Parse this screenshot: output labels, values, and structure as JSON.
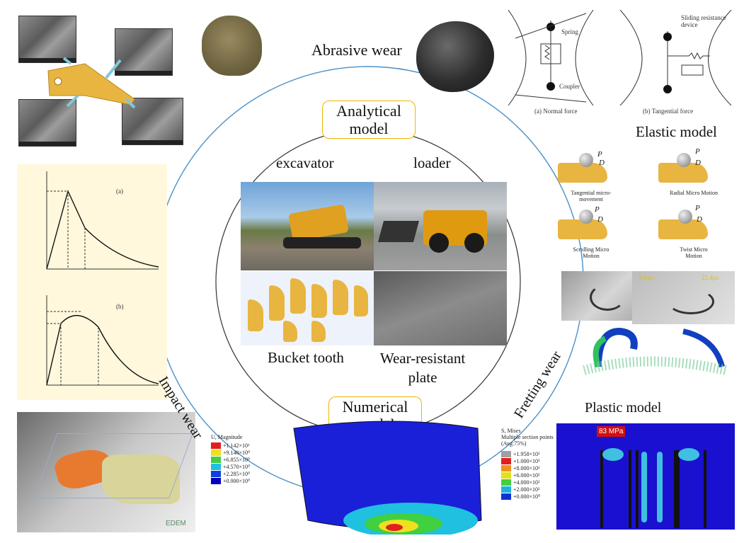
{
  "center": {
    "analytical_model": "Analytical model",
    "numerical_model": "Numerical model",
    "excavator": "excavator",
    "loader": "loader",
    "bucket_tooth": "Bucket tooth",
    "wear_resistant_plate": "Wear-resistant plate"
  },
  "wear_types": {
    "abrasive": "Abrasive wear",
    "impact": "Impact wear",
    "fretting": "Fretting wear"
  },
  "models": {
    "elastic": "Elastic model",
    "plastic": "Plastic model"
  },
  "elastic_diagram": {
    "spring": "Spring",
    "coupler": "Coupler",
    "sliding_device": "Sliding resistance device",
    "caption_a": "(a)  Normal force",
    "caption_b": "(b)  Tangential force"
  },
  "micro_motion": {
    "tangential": "Tangential micro-movement",
    "radial": "Radial Micro Motion",
    "scrolling": "Scrolling Micro Motion",
    "twist": "Twist Micro Motion",
    "p": "P",
    "d": "D"
  },
  "fretting_frames": {
    "frame1": "6.6μs",
    "frame2": "22.4μs"
  },
  "impact_plot": {
    "panel_a": "(a)",
    "panel_b": "(b)"
  },
  "legend_u": {
    "title": "U, Magnitude",
    "values": [
      "+1.142×10¹",
      "+9.140×10⁰",
      "+6.855×10⁰",
      "+4.570×10⁰",
      "+2.285×10⁰",
      "+0.000×10⁰"
    ],
    "colors": [
      "#e02020",
      "#f0e020",
      "#40d040",
      "#20c0e0",
      "#1040e0",
      "#0000c0"
    ]
  },
  "legend_s": {
    "title": "S, Mises",
    "subtitle": "Multiple section points",
    "avg": "(Avg:75%)",
    "values": [
      "+1.958×10³",
      "+1.000×10³",
      "+8.000×10²",
      "+6.000×10²",
      "+4.000×10²",
      "+2.000×10²",
      "+0.000×10⁰"
    ],
    "colors": [
      "#a0a0a0",
      "#e02020",
      "#f09020",
      "#e0e020",
      "#40d040",
      "#20b0e0",
      "#1030d0"
    ]
  },
  "stress_tag": "83 MPa",
  "dem_logo": "EDEM"
}
